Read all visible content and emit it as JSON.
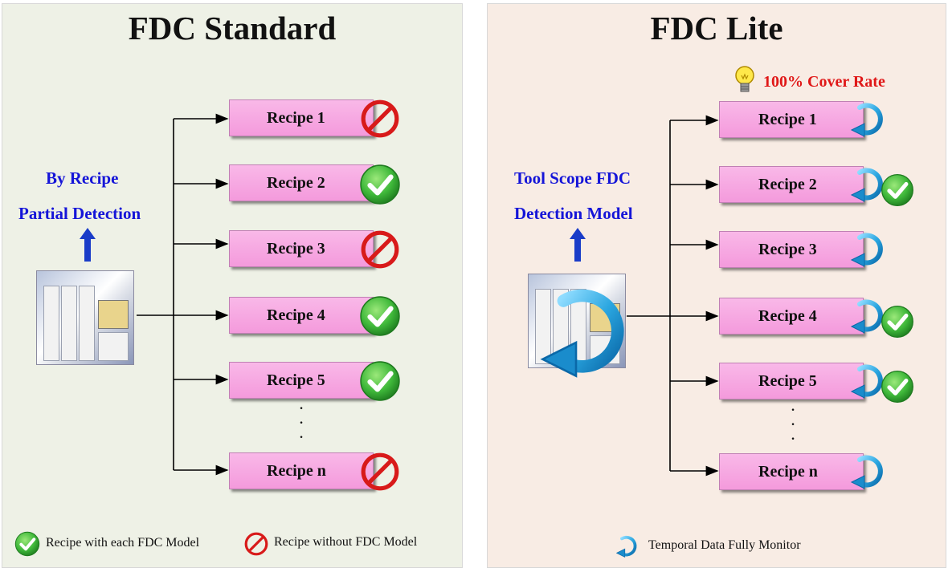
{
  "left": {
    "title": "FDC Standard",
    "label_line1": "By Recipe",
    "label_line2": "Partial Detection",
    "recipes": [
      {
        "label": "Recipe 1",
        "status": "no-model"
      },
      {
        "label": "Recipe 2",
        "status": "model"
      },
      {
        "label": "Recipe 3",
        "status": "no-model"
      },
      {
        "label": "Recipe 4",
        "status": "model"
      },
      {
        "label": "Recipe 5",
        "status": "model"
      },
      {
        "label": "Recipe n",
        "status": "no-model"
      }
    ],
    "legend_model": "Recipe with each FDC Model",
    "legend_no_model": "Recipe without FDC Model"
  },
  "right": {
    "title": "FDC Lite",
    "label_line1": "Tool Scope FDC",
    "label_line2": "Detection Model",
    "cover_rate": "100% Cover Rate",
    "recipes": [
      {
        "label": "Recipe 1",
        "check": false
      },
      {
        "label": "Recipe 2",
        "check": true
      },
      {
        "label": "Recipe 3",
        "check": false
      },
      {
        "label": "Recipe 4",
        "check": true
      },
      {
        "label": "Recipe 5",
        "check": true
      },
      {
        "label": "Recipe n",
        "check": false
      }
    ],
    "legend_monitor": "Temporal Data Fully Monitor"
  },
  "colors": {
    "title": "#111111",
    "blue_label": "#1515d8",
    "cover_red": "#e01818",
    "recipe_pink": "#f49adc",
    "check_green": "#3fb83a",
    "prohibit_red": "#d81a1a",
    "cycle_blue": "#2aa6e0"
  },
  "icons": [
    "check-icon",
    "prohibit-icon",
    "cycle-arrow-icon",
    "lightbulb-icon",
    "up-arrow-icon",
    "tool-machine-image"
  ]
}
